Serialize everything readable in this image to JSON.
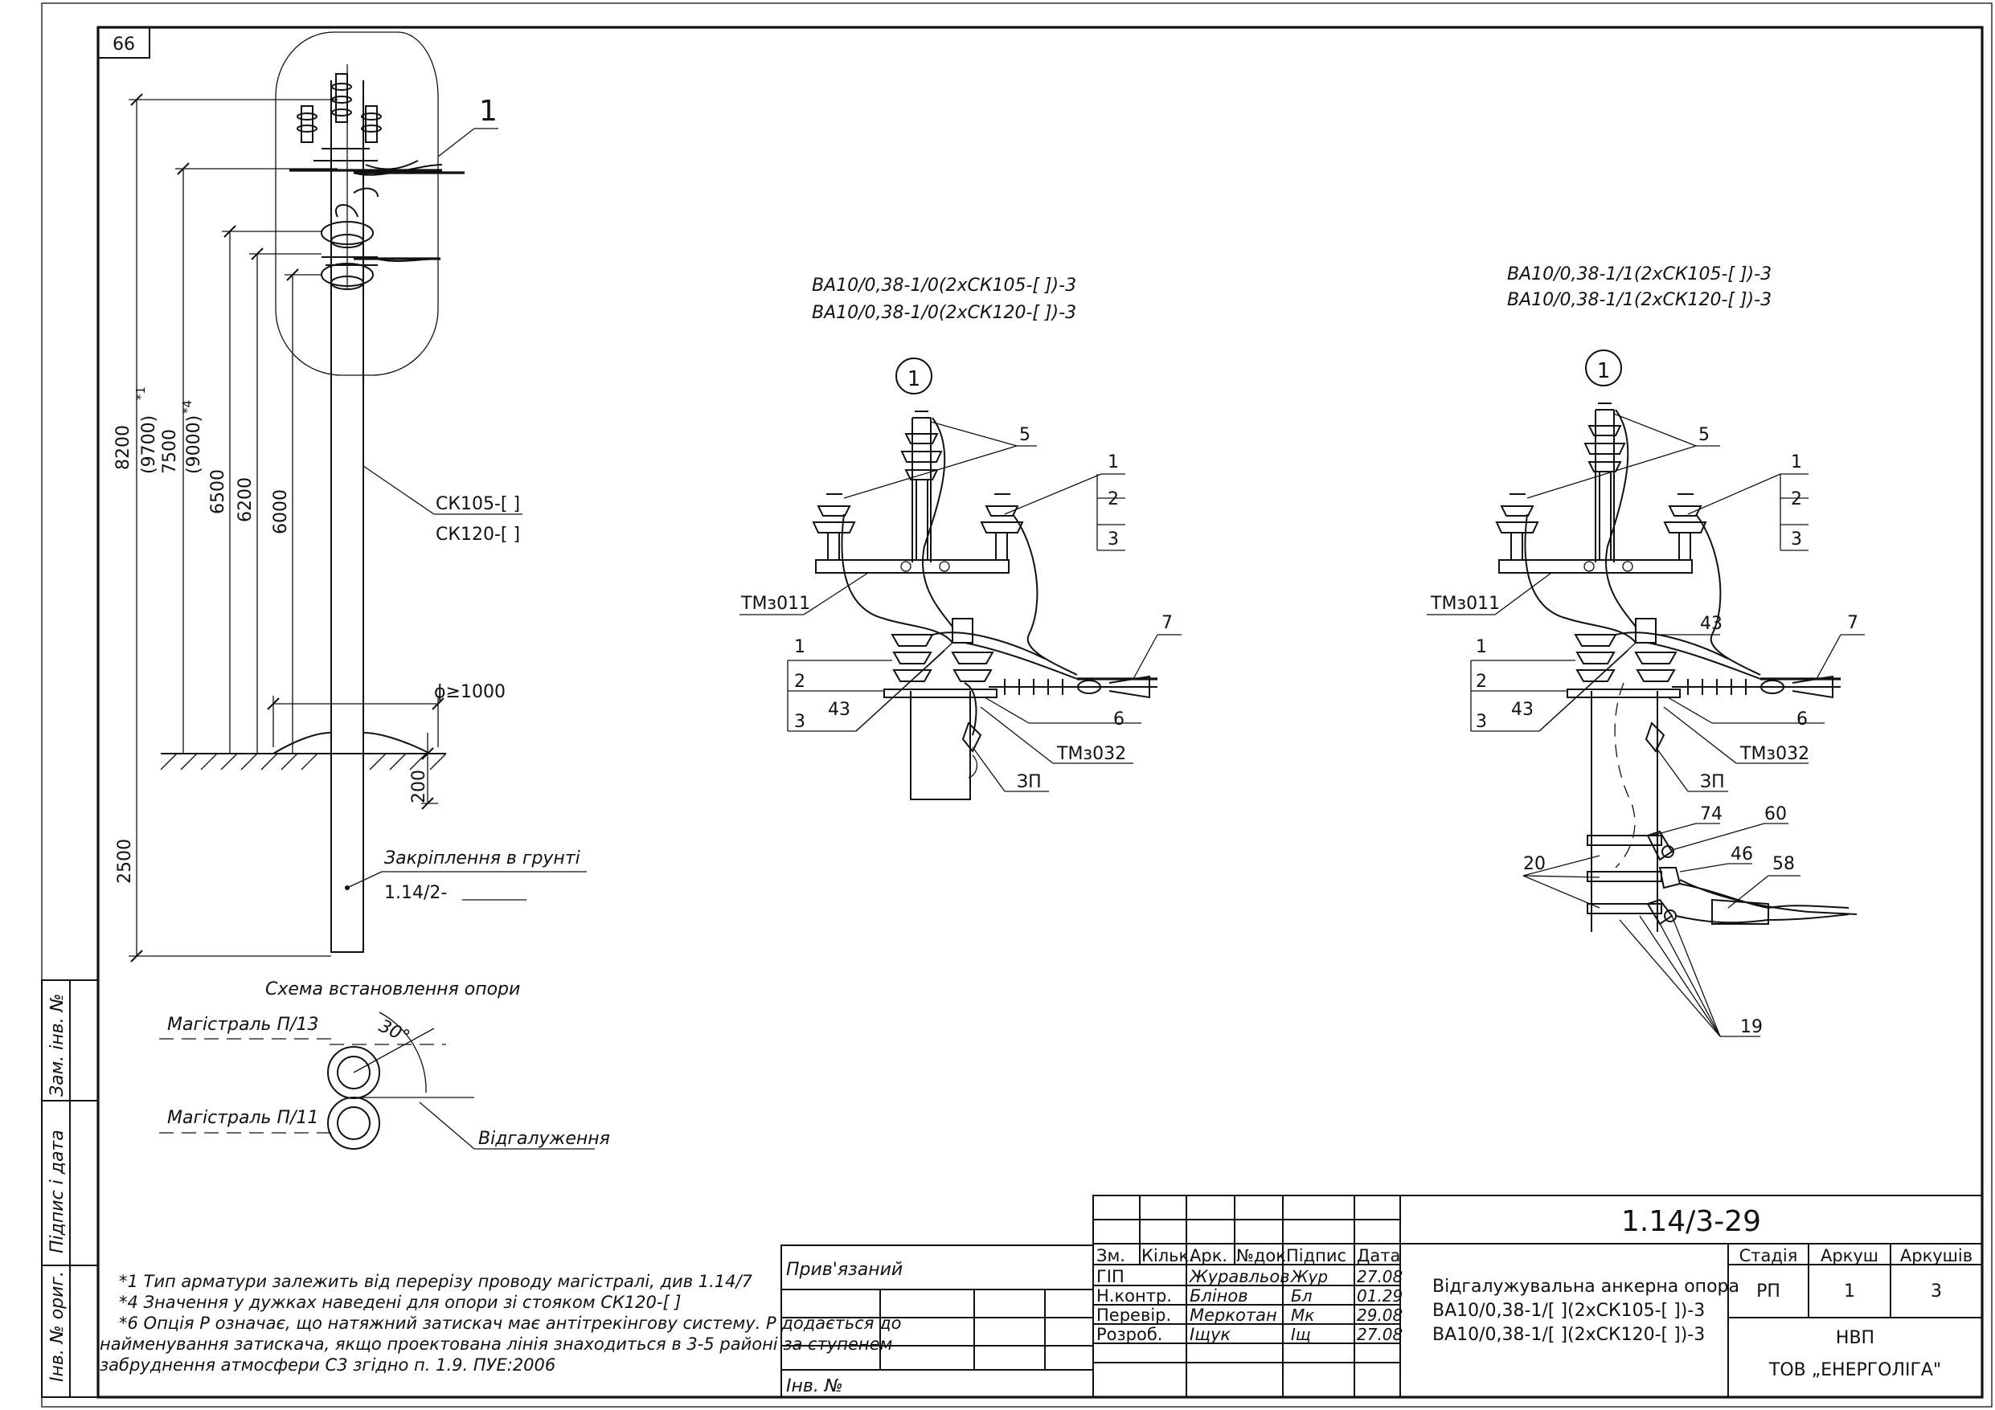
{
  "sheet_number": "66",
  "left_view": {
    "callout": "1",
    "dims": {
      "d8200": "8200",
      "d9700": "(9700)",
      "d7500": "7500",
      "d9000": "(9000)",
      "d6500": "6500",
      "d6200": "6200",
      "d6000": "6000",
      "d2500": "2500",
      "d200": "200",
      "mark1": "*1",
      "mark2": "*4"
    },
    "pole_label_1": "СК105-[   ]",
    "pole_label_2": "СК120-[   ]",
    "diameter": "ϕ≥1000",
    "fix_label": "Закріплення в грунті",
    "fix_ref": "1.14/2-"
  },
  "scheme": {
    "title": "Схема встановлення опори",
    "main1": "Магістраль П/13",
    "main2": "Магістраль П/11",
    "angle": "30°",
    "branch": "Відгалуження"
  },
  "mid_view": {
    "title_1": "ВА10/0,38-1/0(2хСК105-[  ])-3",
    "title_2": "ВА10/0,38-1/0(2хСК120-[  ])-3",
    "circle": "1",
    "labels": {
      "l5": "5",
      "l1a": "1",
      "l2a": "2",
      "l3a": "3",
      "tm011": "ТМз011",
      "l7": "7",
      "l1b": "1",
      "l2b": "2",
      "l3b": "3",
      "l43": "43",
      "l6": "6",
      "tm032": "ТМз032",
      "zp": "ЗП"
    }
  },
  "right_view": {
    "title_1": "ВА10/0,38-1/1(2хСК105-[  ])-3",
    "title_2": "ВА10/0,38-1/1(2хСК120-[  ])-3",
    "circle": "1",
    "labels": {
      "l5": "5",
      "l1a": "1",
      "l2a": "2",
      "l3a": "3",
      "tm011": "ТМз011",
      "l43a": "43",
      "l7": "7",
      "l1b": "1",
      "l2b": "2",
      "l3b": "3",
      "l43b": "43",
      "l6": "6",
      "tm032": "ТМз032",
      "zp": "ЗП",
      "l74": "74",
      "l60": "60",
      "l46": "46",
      "l58": "58",
      "l20": "20",
      "l19": "19"
    }
  },
  "notes": [
    "*1 Тип арматури залежить від перерізу проводу магістралі, див 1.14/7",
    "*4 Значення у дужках наведені для опори зі стояком СК120-[  ]",
    "*6 Опція Р означає, що натяжний затискач має антітрекінгову систему. Р додається до",
    "найменування затискача, якщо проектована лінія знаходиться в 3-5 районі за ступенем",
    "забруднення атмосфери С3 згідно п. 1.9. ПУЕ:2006"
  ],
  "side_stamp": {
    "zam": "Зам. інв. №",
    "pidpys": "Підпис і дата",
    "inv": "Інв. № ориг."
  },
  "title_block": {
    "pryvyazanyi": "Прив'язаний",
    "inv_no": "Інв. №",
    "headers": [
      "Зм.",
      "Кільк.",
      "Арк.",
      "№док.",
      "Підпис",
      "Дата"
    ],
    "rows": [
      {
        "role": "ГІП",
        "name": "Журавльов",
        "sign": "Жур",
        "date": "27.08"
      },
      {
        "role": "Н.контр.",
        "name": "Блінов",
        "sign": "Бл",
        "date": "01.29"
      },
      {
        "role": "Перевір.",
        "name": "Меркотан",
        "sign": "Мк",
        "date": "29.08"
      },
      {
        "role": "Розроб.",
        "name": "Іщук",
        "sign": "Іщ",
        "date": "27.08"
      }
    ],
    "code": "1.14/3-29",
    "desc_1": "Відгалужувальна анкерна опора",
    "desc_2": "ВА10/0,38-1/[  ](2хСК105-[  ])-3",
    "desc_3": "ВА10/0,38-1/[  ](2хСК120-[  ])-3",
    "stage_h": "Стадія",
    "sheet_h": "Аркуш",
    "sheets_h": "Аркушів",
    "stage": "РП",
    "sheet": "1",
    "sheets": "3",
    "org_1": "НВП",
    "org_2": "ТОВ „ЕНЕРГОЛІГА\""
  }
}
